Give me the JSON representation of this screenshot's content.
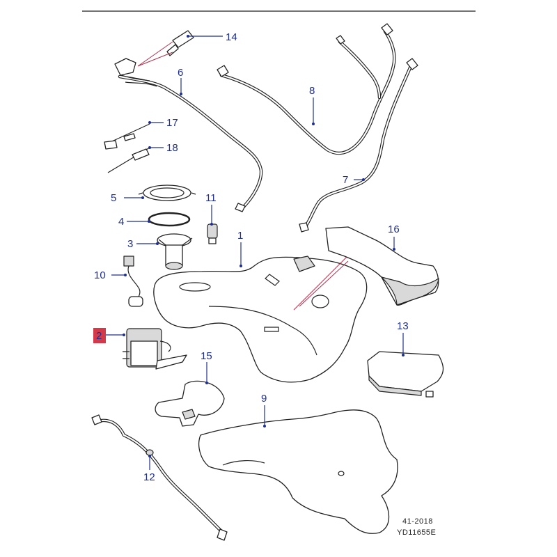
{
  "diagram": {
    "parts": [
      {
        "id": "p14",
        "label": "14"
      },
      {
        "id": "p6",
        "label": "6"
      },
      {
        "id": "p8",
        "label": "8"
      },
      {
        "id": "p17",
        "label": "17"
      },
      {
        "id": "p18",
        "label": "18"
      },
      {
        "id": "p7",
        "label": "7"
      },
      {
        "id": "p5",
        "label": "5"
      },
      {
        "id": "p11",
        "label": "11"
      },
      {
        "id": "p4",
        "label": "4"
      },
      {
        "id": "p16",
        "label": "16"
      },
      {
        "id": "p1",
        "label": "1"
      },
      {
        "id": "p3",
        "label": "3"
      },
      {
        "id": "p10",
        "label": "10"
      },
      {
        "id": "p13",
        "label": "13"
      },
      {
        "id": "p2",
        "label": "2",
        "highlighted": true
      },
      {
        "id": "p15",
        "label": "15"
      },
      {
        "id": "p9",
        "label": "9"
      },
      {
        "id": "p12",
        "label": "12"
      }
    ],
    "reference": {
      "line1": "41-2018",
      "line2": "YD11655E"
    },
    "colors": {
      "label": "#1f2f8f",
      "highlight": "#d23a4a",
      "line": "#222222"
    }
  }
}
